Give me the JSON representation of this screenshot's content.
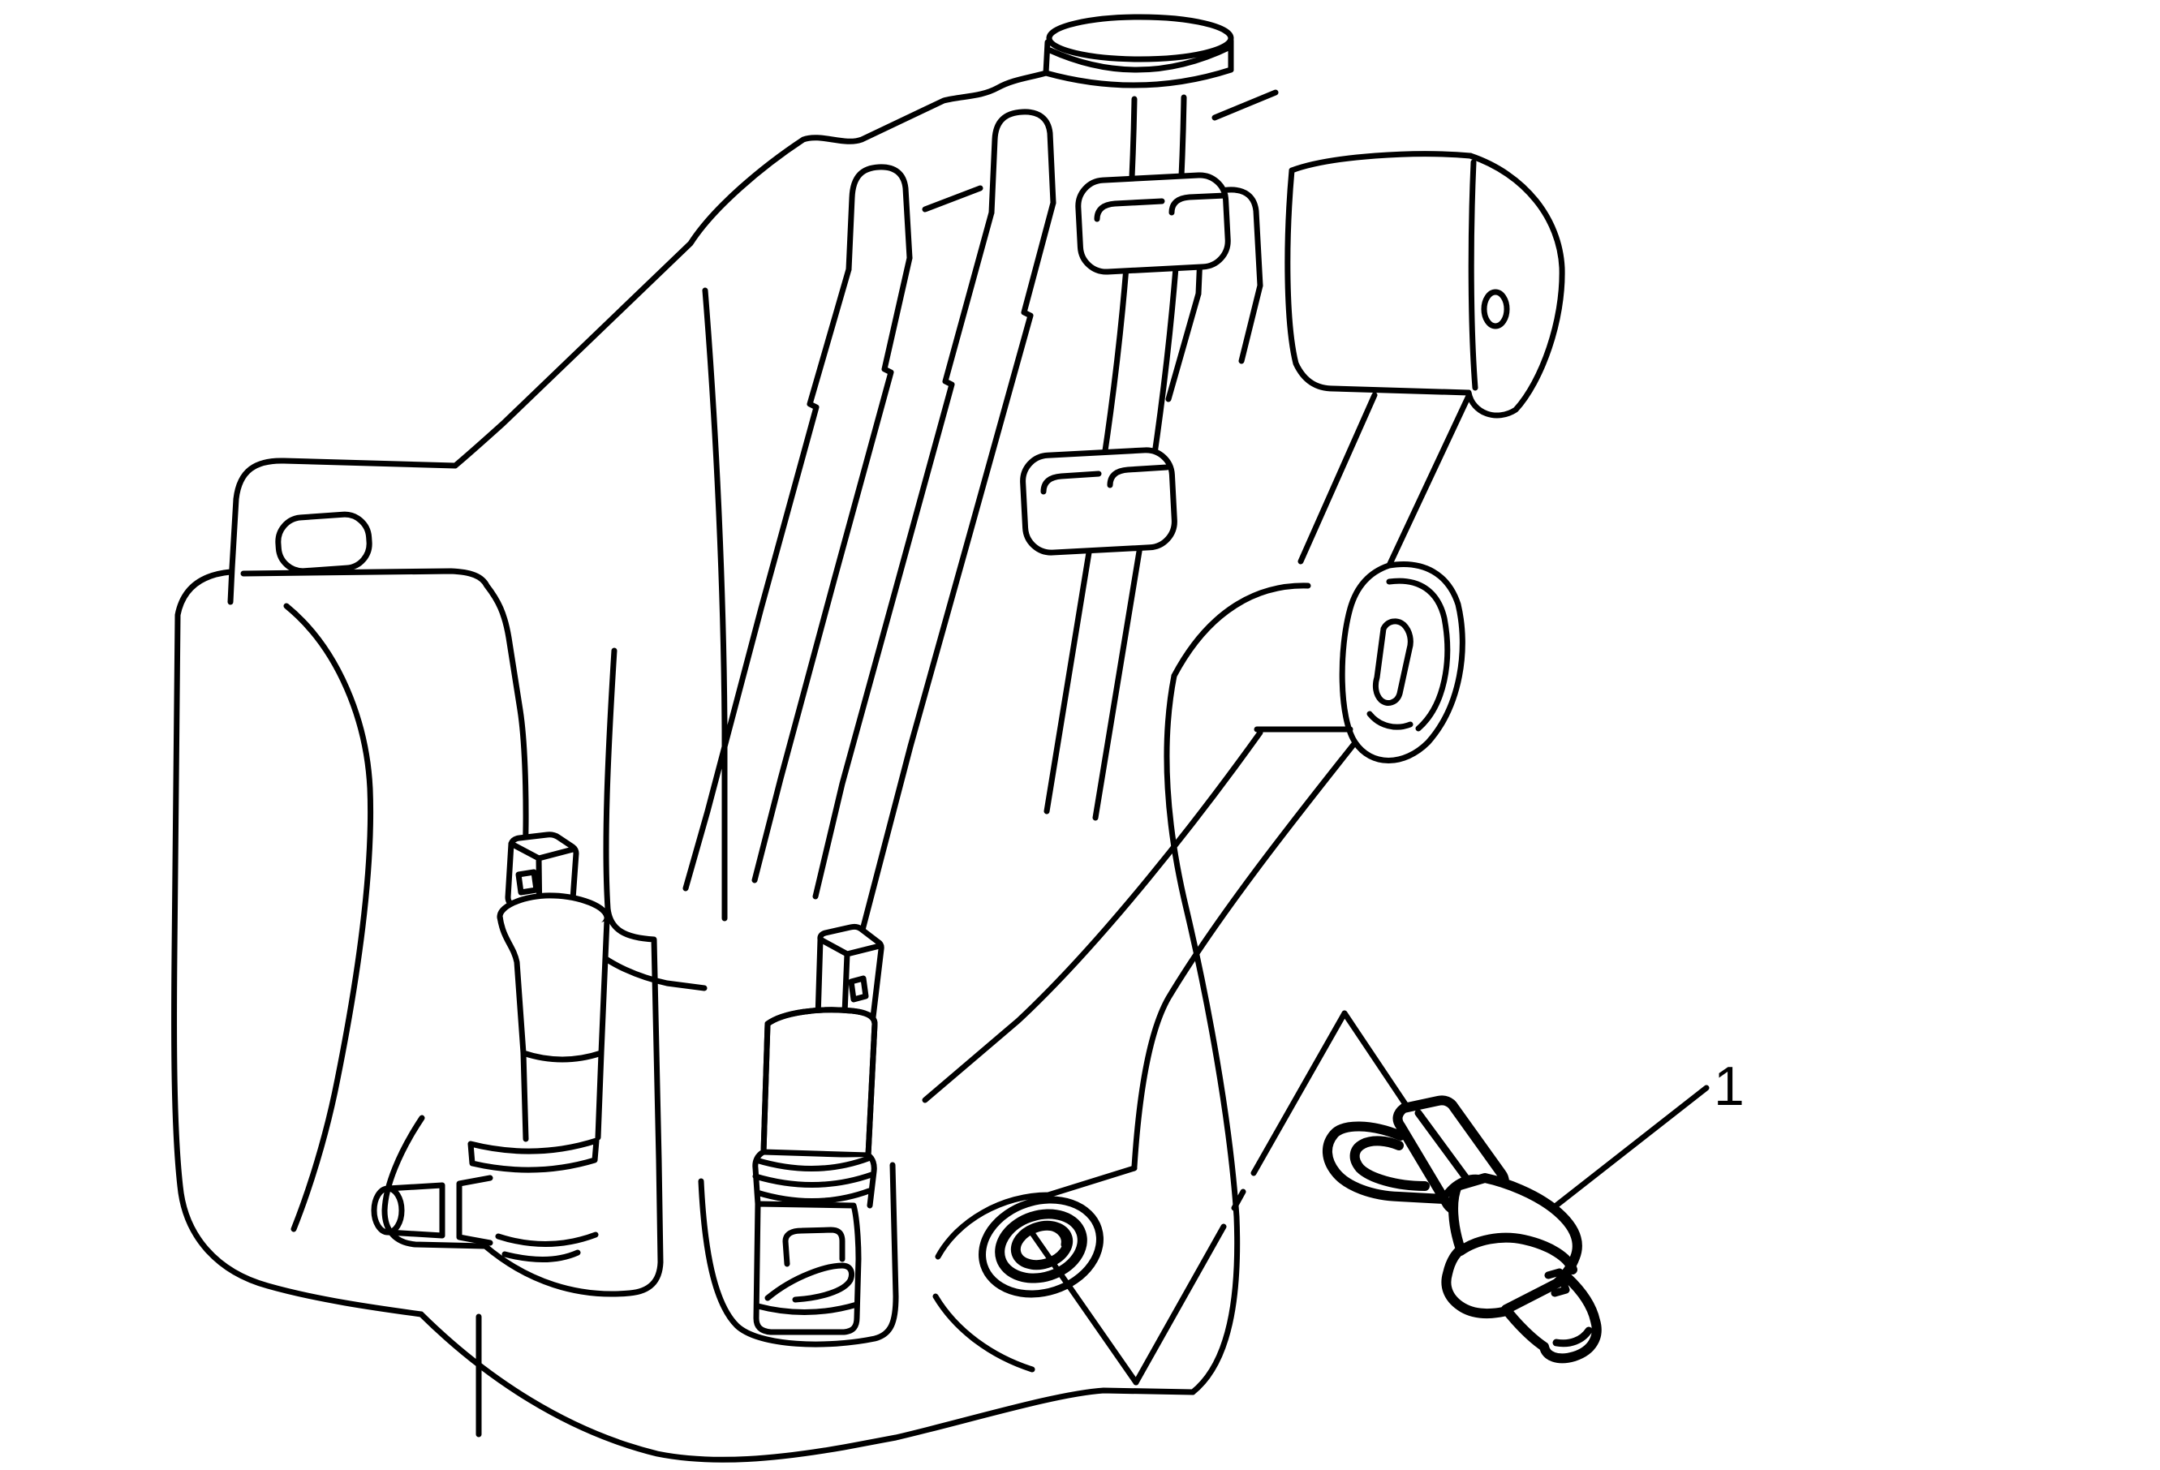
{
  "figure": {
    "kind": "technical-line-illustration",
    "background_color": "#ffffff",
    "line_color": "#000000",
    "depicts": "washer-solvent-container-with-pumps-and-level-sensor"
  },
  "callouts": [
    {
      "label": "1",
      "points_to": "washer-fluid-level-sensor"
    }
  ]
}
